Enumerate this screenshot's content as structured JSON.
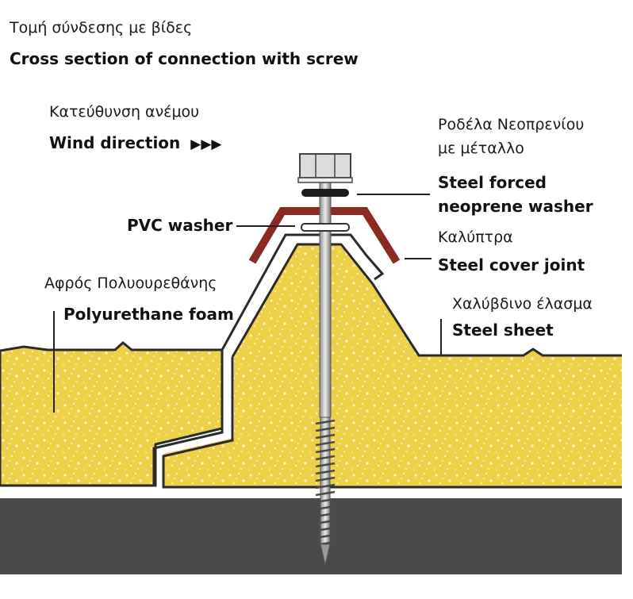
{
  "title": {
    "greek": "Τομή σύνδεσης με βίδες",
    "english": "Cross section of connection with screw"
  },
  "labels": {
    "wind": {
      "greek": "Κατεύθυνση ανέμου",
      "english": "Wind direction",
      "arrows": "▶▶▶"
    },
    "washer_neoprene": {
      "greek_line1": "Ροδέλα Νεοπρενίου",
      "greek_line2": "με μέταλλο",
      "english_line1": "Steel forced",
      "english_line2": "neoprene washer"
    },
    "pvc_washer": {
      "english": "PVC washer"
    },
    "cover_joint": {
      "greek": "Καλύπτρα",
      "english": "Steel cover joint"
    },
    "foam": {
      "greek": "Αφρός Πολυουρεθάνης",
      "english": "Polyurethane foam"
    },
    "steel_sheet": {
      "greek": "Χαλύβδινο έλασμα",
      "english": "Steel sheet"
    }
  },
  "colors": {
    "foam": "#ecd048",
    "foam_speckle": "#fbf3c6",
    "steel_line": "#2a2a2a",
    "cover": "#8c2a22",
    "base": "#4a4a4a",
    "screw": "#c9c9c9"
  }
}
